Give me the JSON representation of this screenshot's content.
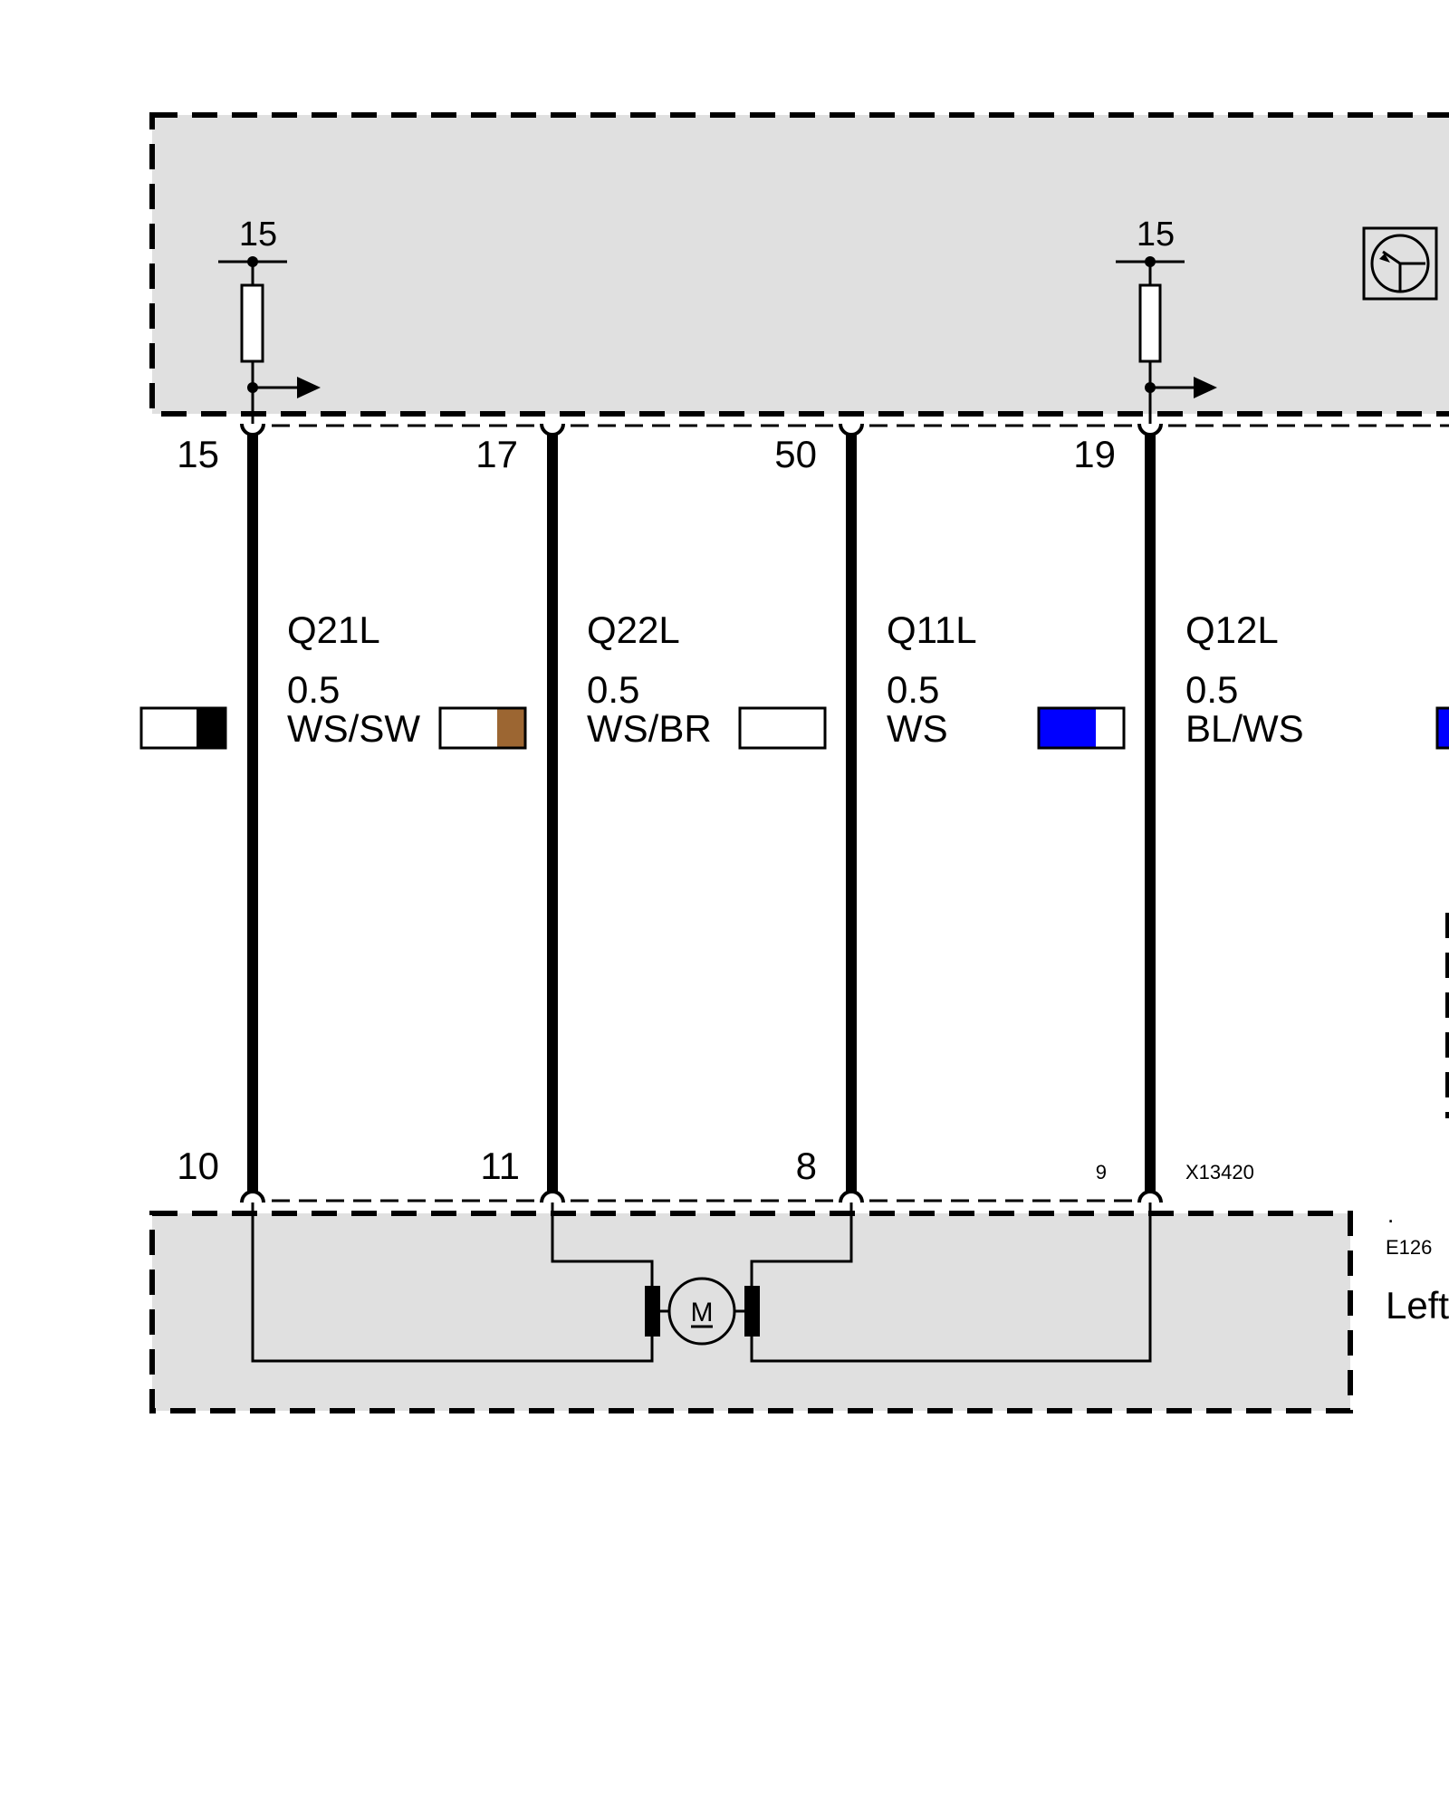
{
  "modules": {
    "top": {
      "fuse_labels": [
        "15",
        "15"
      ]
    },
    "bottom": {
      "dot": ".",
      "code": "E126",
      "name_partial": "Left",
      "motor_symbol": "M"
    }
  },
  "connector_code": "X13420",
  "wires": [
    {
      "top_pin": "15",
      "bottom_pin": "10",
      "id": "Q21L",
      "gauge": "0.5",
      "color_code": "WS/SW",
      "swatch": [
        "#ffffff",
        "#000000"
      ]
    },
    {
      "top_pin": "17",
      "bottom_pin": "11",
      "id": "Q22L",
      "gauge": "0.5",
      "color_code": "WS/BR",
      "swatch": [
        "#ffffff",
        "#9c6632"
      ]
    },
    {
      "top_pin": "50",
      "bottom_pin": "8",
      "id": "Q11L",
      "gauge": "0.5",
      "color_code": "WS",
      "swatch": [
        "#ffffff",
        "#ffffff"
      ]
    },
    {
      "top_pin": "19",
      "bottom_pin": "9",
      "id": "Q12L",
      "gauge": "0.5",
      "color_code": "BL/WS",
      "swatch": [
        "#0000ff",
        "#ffffff"
      ]
    }
  ],
  "colors": {
    "module_fill": "#e0e0e0",
    "line": "#000000",
    "blue": "#0000ff",
    "brown": "#9c6632"
  }
}
